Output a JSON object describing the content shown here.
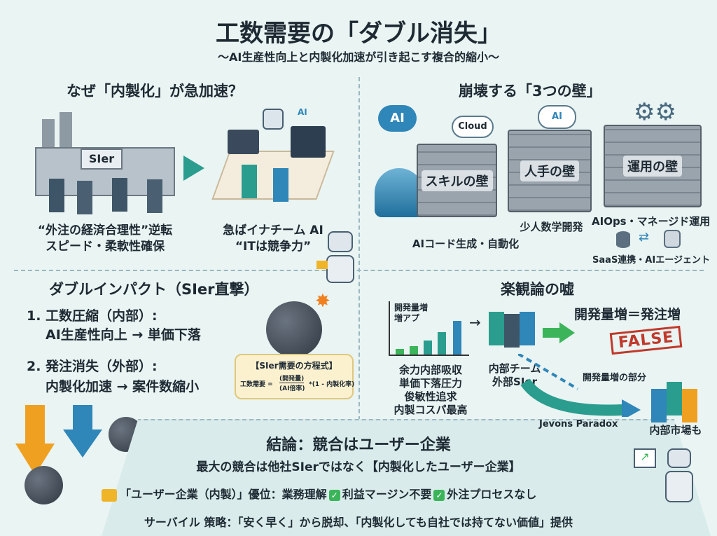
{
  "title": "工数需要の「ダブル消失」",
  "subtitle": "〜AI生産性向上と内製化加速が引き起こす複合的縮小〜",
  "why": {
    "heading": "なぜ「内製化」が急加速？",
    "factory_label": "SIer",
    "caption1": [
      "“外注の経済合理性”逆転",
      "スピード・柔軟性確保"
    ],
    "caption2": [
      "急ばイナチーム AI",
      "“ITは競争力”"
    ],
    "office_badge": "AI"
  },
  "walls": {
    "heading": "崩壊する「3つの壁」",
    "ai_label": "AI",
    "cloud_label": "Cloud",
    "cloud_ai": "AI",
    "items": [
      {
        "label": "スキルの壁",
        "caption": "AIコード生成・自動化"
      },
      {
        "label": "人手の壁",
        "caption": "少人数学開発"
      },
      {
        "label": "運用の壁",
        "caption": "AIOps・マネージド運用"
      }
    ],
    "extra_caption": "SaaS連携・AIエージェント"
  },
  "impact": {
    "heading": "ダブルインパクト（SIer直撃）",
    "item1_title": "1. 工数圧縮（内部）:",
    "item1_body": "AI生産性向上 → 単価下落",
    "item2_title": "2. 発注消失（外部）:",
    "item2_body": "内製化加速 → 案件数縮小",
    "equation_title": "【SIer需要の方程式】",
    "equation_lhs": "工数需要 =",
    "equation_num": "(開発量)",
    "equation_den": "(AI倍率)",
    "equation_rhs": "*(1 - 内製化率)"
  },
  "myth": {
    "heading": "楽観論の嘘",
    "chart_label": [
      "開発量増",
      "増アプ"
    ],
    "reasons": [
      "余力内部吸収",
      "単価下落圧力",
      "俊敏性追求",
      "内製コスパ最高"
    ],
    "team": [
      "内部チーム",
      "外部SIer"
    ],
    "claim": "開発量増＝発注増",
    "stamp": "FALSE",
    "dashed_label": "開発量増の部分",
    "paradox": "Jevons Paradox",
    "internal": "内部市場も"
  },
  "conclusion": {
    "heading": "結論：競合はユーザー企業",
    "line1": "最大の競合は他社SIerではなく【内製化したユーザー企業】",
    "line2_a": "「ユーザー企業（内製）」優位：業務理解",
    "line2_b": "利益マージン不要",
    "line2_c": "外注プロセスなし",
    "check": "✓",
    "line3": "サーバイル 策略：「安く早く」から脱却、「内製化しても自社では持てない価値」提供"
  },
  "colors": {
    "teal": "#2a9d8f",
    "blue": "#2f86b8",
    "orange": "#f0a020",
    "red": "#c0392b"
  }
}
